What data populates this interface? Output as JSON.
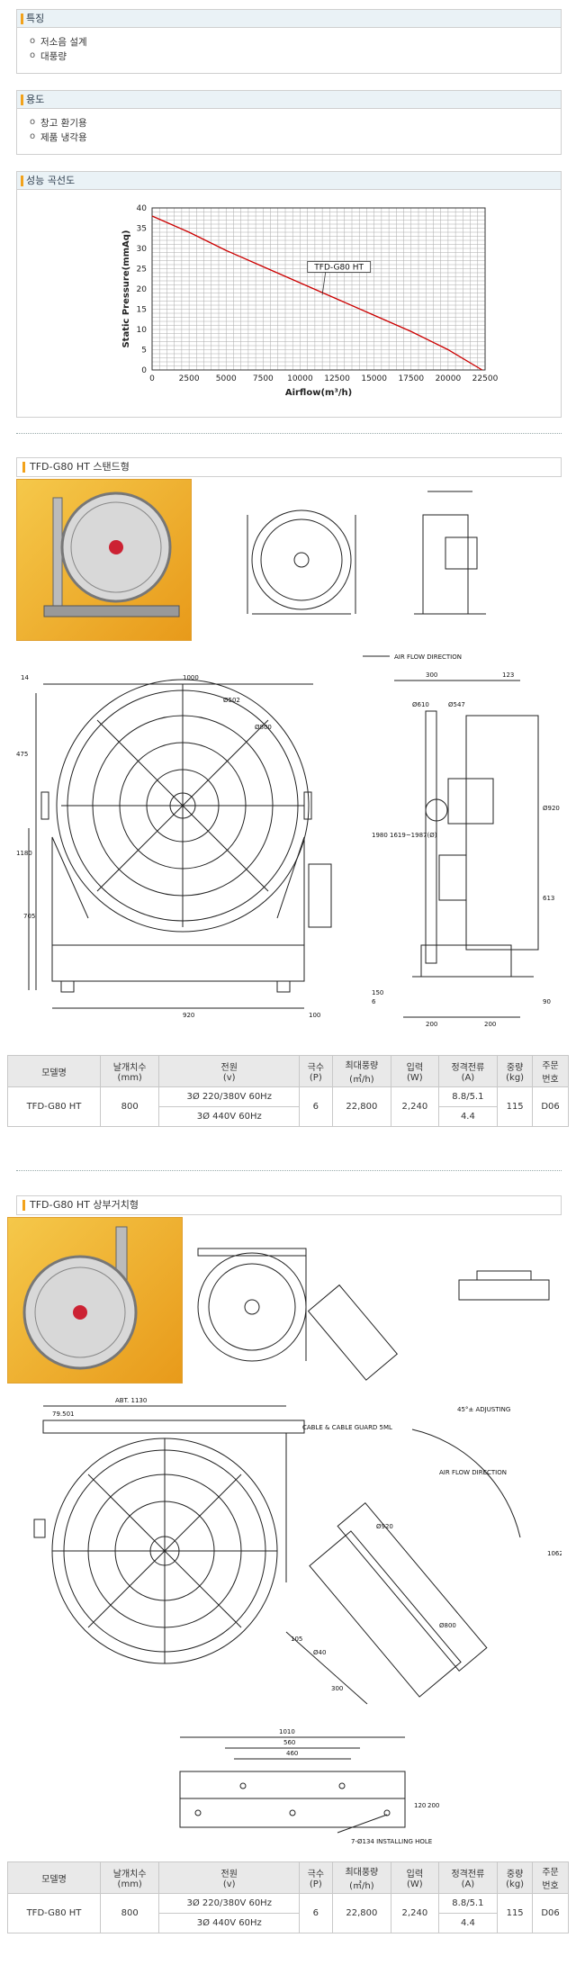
{
  "features": {
    "title": "특징",
    "items": [
      "저소음 설계",
      "대풍량"
    ]
  },
  "usage": {
    "title": "용도",
    "items": [
      "창고 환기용",
      "제품 냉각용"
    ]
  },
  "performance": {
    "title": "성능 곡선도"
  },
  "chart_data": {
    "type": "line",
    "xlabel": "Airflow(m³/h)",
    "ylabel": "Static Pressure(mmAq)",
    "xlim": [
      0,
      22500
    ],
    "ylim": [
      0,
      40
    ],
    "xticks": [
      "0",
      "2500",
      "5000",
      "7500",
      "10000",
      "12500",
      "15000",
      "17500",
      "20000",
      "22500"
    ],
    "yticks": [
      "0",
      "5",
      "10",
      "15",
      "20",
      "25",
      "30",
      "35",
      "40"
    ],
    "grid": true,
    "series": [
      {
        "name": "TFD-G80 HT",
        "color": "#cc0000",
        "x": [
          0,
          2500,
          5000,
          7500,
          10000,
          12500,
          15000,
          17500,
          20000,
          22300
        ],
        "y": [
          38,
          34,
          29.5,
          25.5,
          21.5,
          17.5,
          13.5,
          9.5,
          5,
          0
        ]
      }
    ],
    "annotation": "TFD-G80 HT"
  },
  "product1": {
    "title": "TFD-G80 HT 스탠드형",
    "airflow_label": "AIR FLOW DIRECTION",
    "dims": {
      "width": "1000",
      "d14": "14",
      "d475": "475",
      "d1180": "1180",
      "d705": "705",
      "d920": "920",
      "d100": "100",
      "d300": "300",
      "d123": "123",
      "d1980": "1980",
      "d613": "613",
      "d200a": "200",
      "d200b": "200",
      "d90": "90",
      "d6": "6",
      "d150": "150",
      "phi502": "Ø502",
      "phi800": "Ø800",
      "phi920": "Ø920",
      "d610": "Ø610",
      "d547": "Ø547",
      "side_label": "1619~1987(Ø)"
    }
  },
  "product2": {
    "title": "TFD-G80 HT 상부거치형",
    "dims": {
      "abt": "ABT. 1130",
      "d79": "79.501",
      "cable": "CABLE & CABLE GUARD 5ML",
      "adjust": "45°± ADJUSTING",
      "airflow": "AIR FLOW DIRECTION",
      "d1062": "1062",
      "phi920": "Ø920",
      "phi800": "Ø800",
      "d105": "105",
      "d300": "300",
      "d40": "Ø40",
      "base_1010": "1010",
      "base_560": "560",
      "base_460": "460",
      "base_120": "120",
      "base_200": "200",
      "hole": "7-Ø134 INSTALLING HOLE"
    }
  },
  "spec_table": {
    "headers": [
      {
        "label": "모델명",
        "unit": ""
      },
      {
        "label": "날개치수",
        "unit": "(mm)"
      },
      {
        "label": "전원",
        "unit": "(v)"
      },
      {
        "label": "극수",
        "unit": "(P)"
      },
      {
        "label": "최대풍량",
        "unit": "(㎥/h)"
      },
      {
        "label": "입력",
        "unit": "(W)"
      },
      {
        "label": "정격전류",
        "unit": "(A)"
      },
      {
        "label": "중량",
        "unit": "(kg)"
      },
      {
        "label": "주문",
        "unit": "번호"
      }
    ],
    "row": {
      "model": "TFD-G80 HT",
      "blade": "800",
      "power1": "3Ø 220/380V 60Hz",
      "power2": "3Ø 440V 60Hz",
      "poles": "6",
      "airflow": "22,800",
      "input": "2,240",
      "current1": "8.8/5.1",
      "current2": "4.4",
      "weight": "115",
      "order": "D06"
    }
  },
  "colors": {
    "accent": "#f2a21b",
    "header_bg": "#eaf2f6",
    "curve": "#cc0000"
  }
}
